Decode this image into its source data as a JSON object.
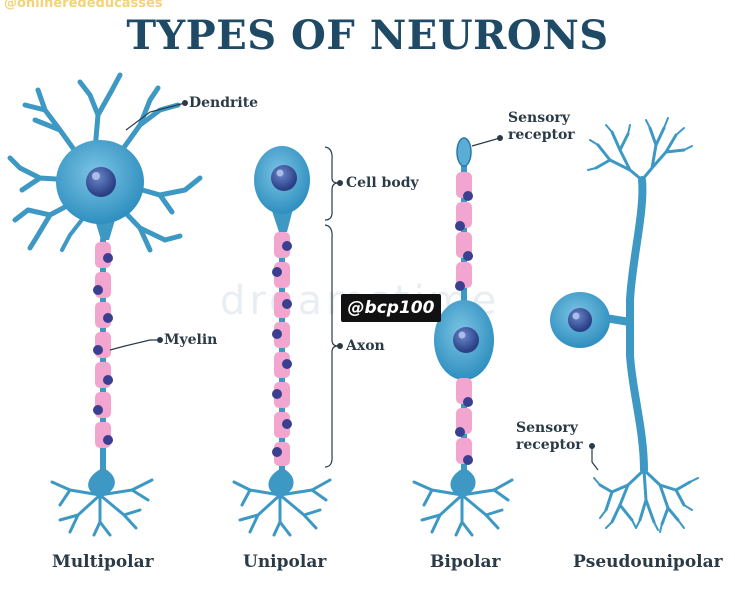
{
  "watermark_top": "@onlinerededucasses",
  "watermark_tag": "@bcp100",
  "watermark_faint": "dreamstime",
  "title": "TYPES OF NEURONS",
  "labels": {
    "dendrite": "Dendrite",
    "myelin": "Myelin",
    "cell_body": "Cell body",
    "axon": "Axon",
    "sensory_receptor_top_1": "Sensory",
    "sensory_receptor_top_2": "receptor",
    "sensory_receptor_bottom_1": "Sensory",
    "sensory_receptor_bottom_2": "receptor"
  },
  "types": {
    "multipolar": "Multipolar",
    "unipolar": "Unipolar",
    "bipolar": "Bipolar",
    "pseudounipolar": "Pseudounipolar"
  },
  "colors": {
    "neuron": "#3d98c4",
    "neuron_dark": "#2a78a3",
    "nucleus": "#2f4f9a",
    "myelin": "#f2a6cf",
    "node": "#3b3f8f",
    "title": "#1f4a66",
    "label": "#2a3b47"
  }
}
